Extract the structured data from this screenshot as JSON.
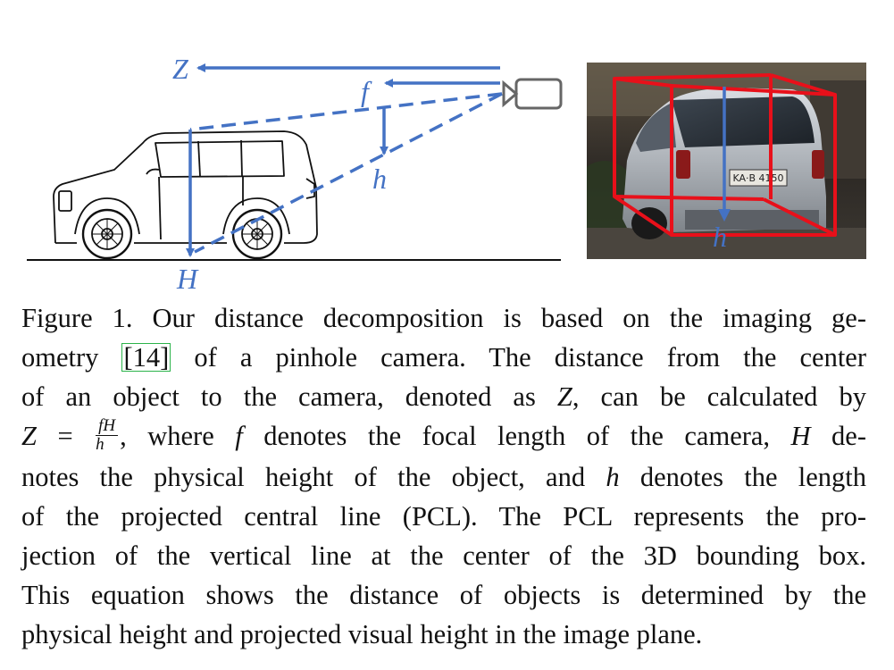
{
  "figure": {
    "labels": {
      "Z": "Z",
      "f": "f",
      "h_left": "h",
      "H": "H",
      "h_photo": "h"
    },
    "photo": {
      "plate_text": "KA·B 4150"
    },
    "colors": {
      "arrow_blue": "#4472c4",
      "box_red": "#e8101a",
      "camera_gray": "#666666",
      "cite_green": "#2bb34a"
    }
  },
  "caption": {
    "l1_a": "Figure 1. Our distance decomposition is based on the imaging ge-",
    "l2_a": "ometry ",
    "l2_cite": "[14]",
    "l2_b": " of a pinhole camera.  The distance from the center",
    "l3_a": "of an object to the camera, denoted as ",
    "l3_var": "Z",
    "l3_b": ", can be calculated by",
    "l4_var": "Z",
    "l4_eq": " = ",
    "l4_num": "fH",
    "l4_den": "h",
    "l4_a": ", where ",
    "l4_f": "f",
    "l4_b": " denotes the focal length of the camera, ",
    "l4_H": "H",
    "l4_c": " de-",
    "l5_a": "notes the physical height of the object, and ",
    "l5_h": "h",
    "l5_b": " denotes the length",
    "l6": "of the projected central line (PCL). The PCL represents the pro-",
    "l7": "jection of the vertical line at the center of the 3D bounding box.",
    "l8": "This equation shows the distance of objects is determined by the",
    "l9": "physical height and projected visual height in the image plane."
  }
}
